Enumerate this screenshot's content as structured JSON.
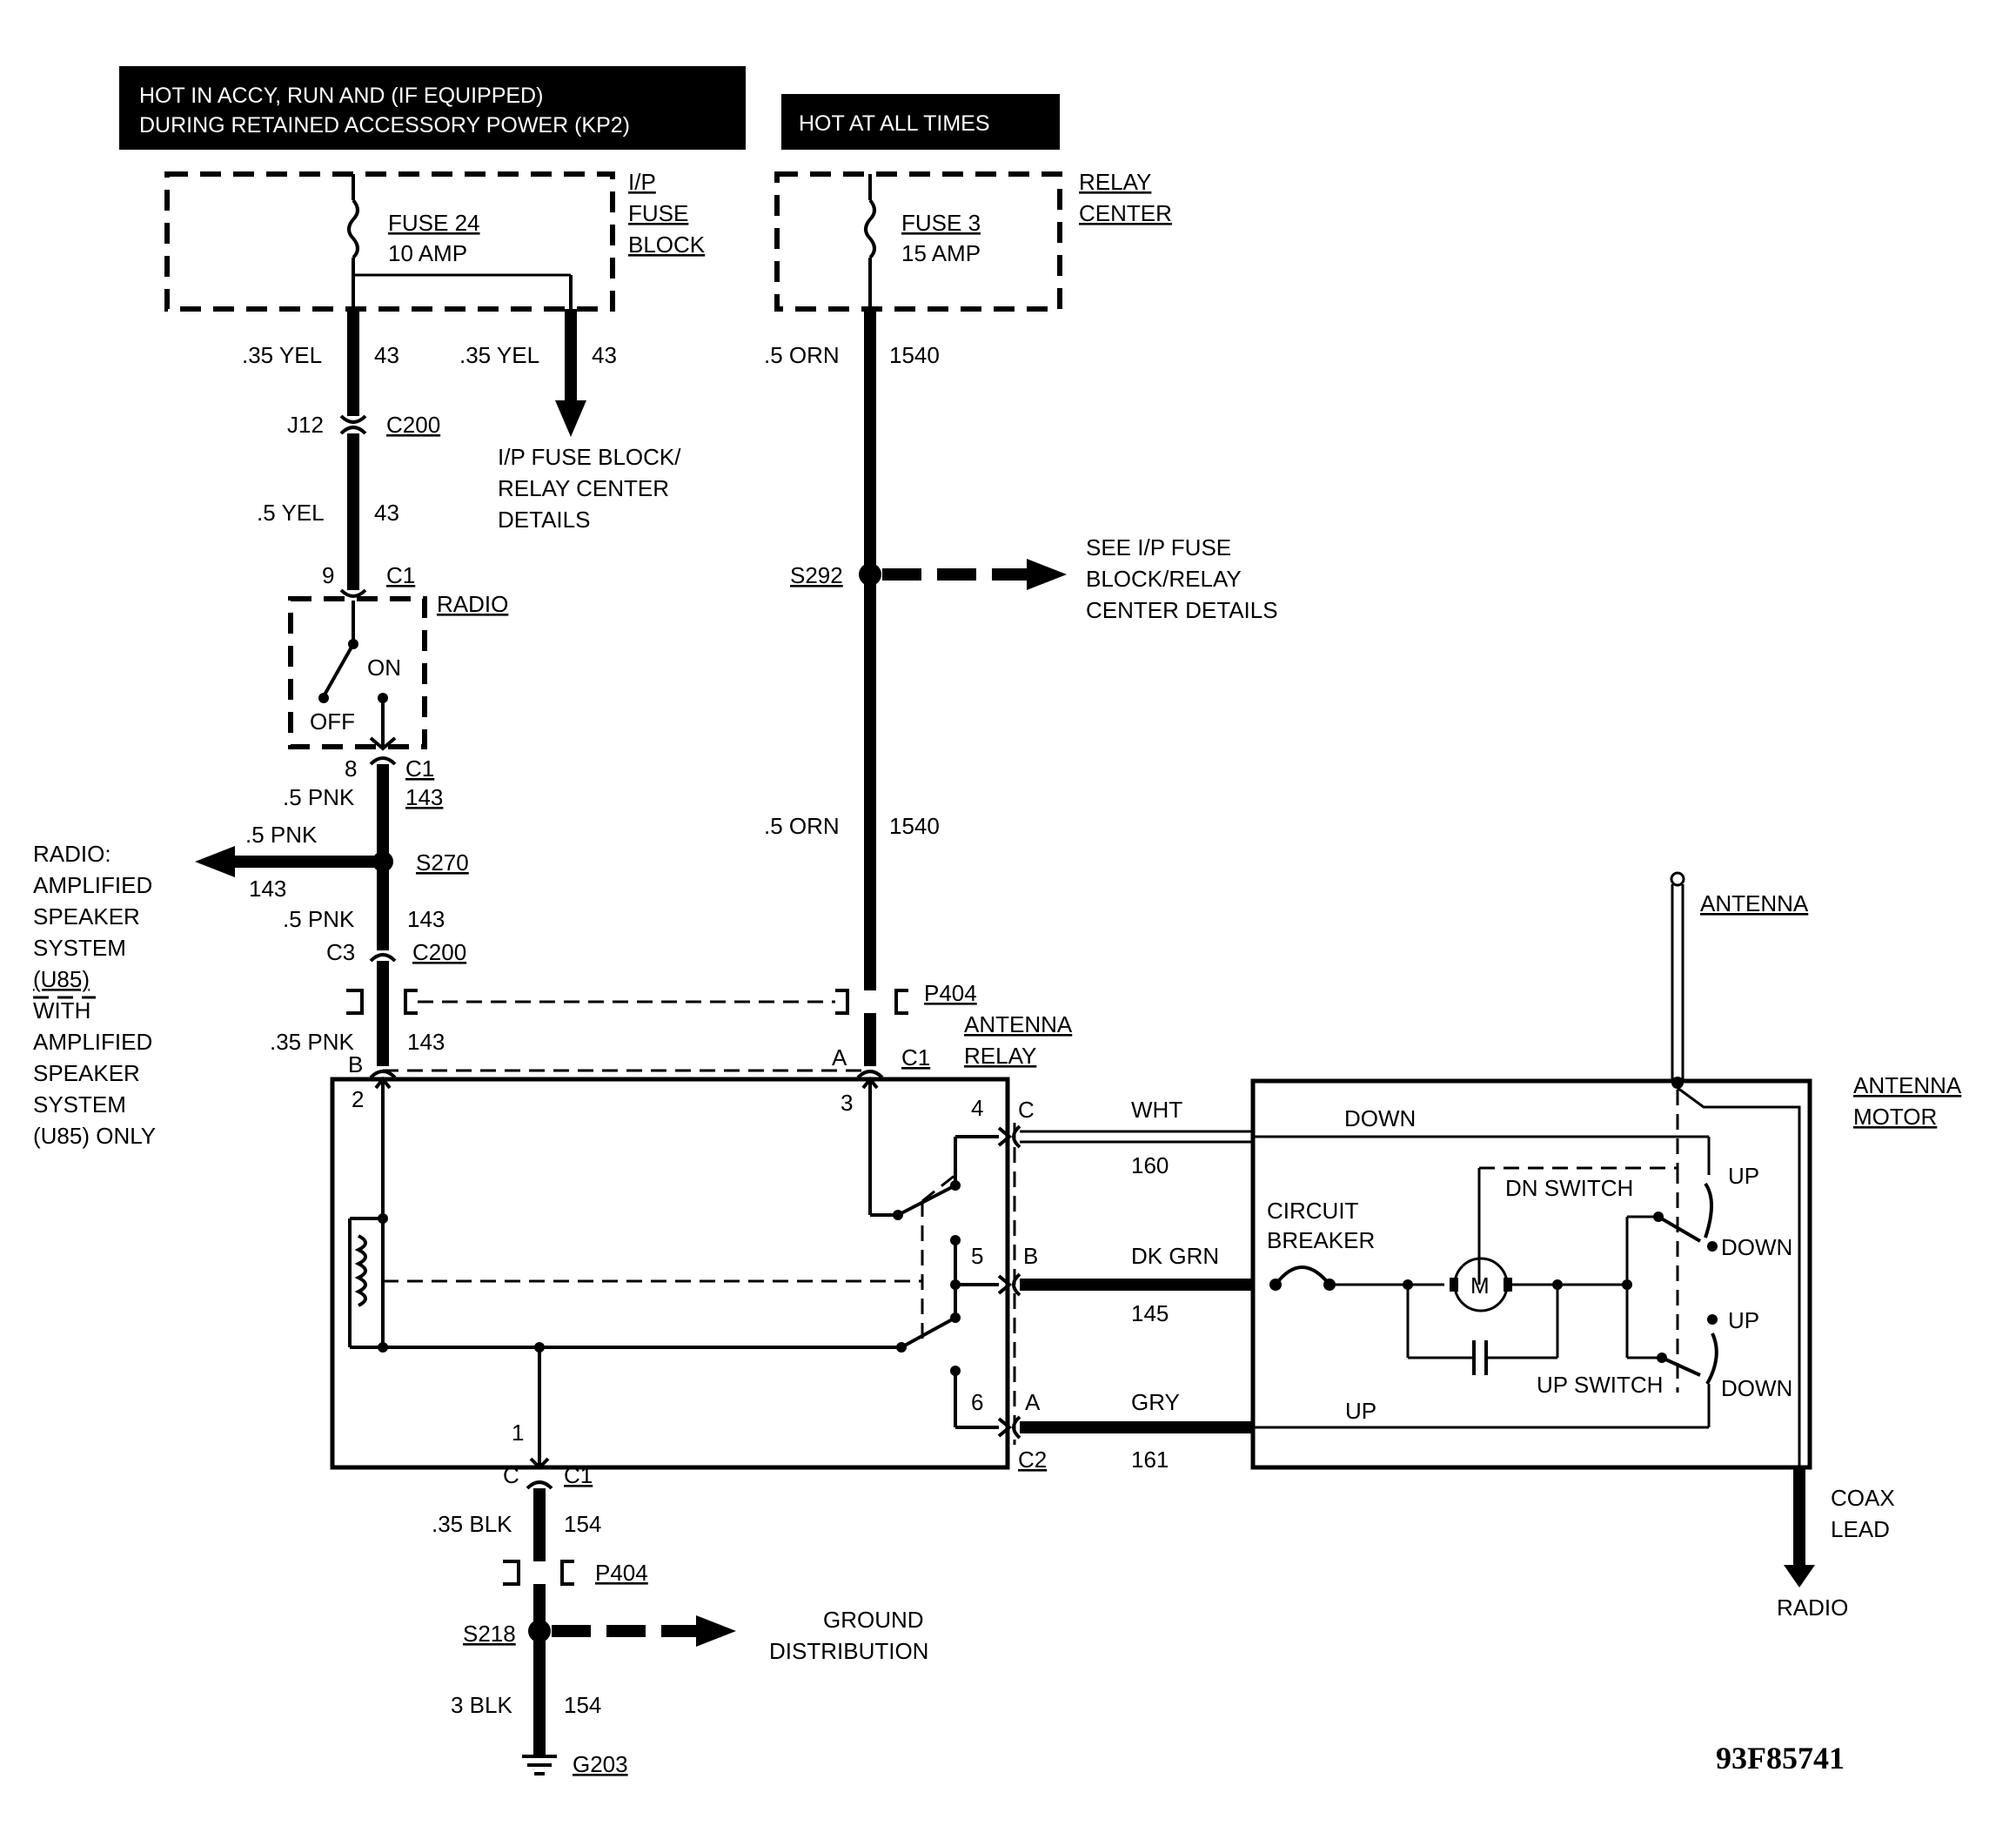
{
  "headers": {
    "accessory_power": [
      "HOT IN ACCY, RUN AND (IF EQUIPPED)",
      "DURING RETAINED ACCESSORY POWER (KP2)"
    ],
    "hot_at_all_times": "HOT AT ALL TIMES"
  },
  "fuse_block": {
    "name": [
      "I/P",
      "FUSE",
      "BLOCK"
    ],
    "fuse": "FUSE 24",
    "rating": "10 AMP"
  },
  "relay_center": {
    "name": [
      "RELAY",
      "CENTER"
    ],
    "fuse": "FUSE 3",
    "rating": "15 AMP"
  },
  "wires": {
    "yel_left": ".35 YEL",
    "yel_left_circuit": "43",
    "yel_right": ".35 YEL",
    "yel_right_circuit": "43",
    "yel_5": ".5 YEL",
    "yel_5_circuit": "43",
    "orn_top": ".5 ORN",
    "orn_top_circuit": "1540",
    "orn_mid": ".5 ORN",
    "orn_mid_circuit": "1540",
    "pnk_1": ".5 PNK",
    "pnk_1_circuit": "143",
    "pnk_branch": ".5 PNK",
    "pnk_branch_circuit": "143",
    "pnk_2": ".5 PNK",
    "pnk_2_circuit": "143",
    "pnk_35": ".35 PNK",
    "pnk_35_circuit": "143",
    "blk_35": ".35 BLK",
    "blk_35_circuit": "154",
    "blk_3": "3 BLK",
    "blk_3_circuit": "154",
    "wht": "WHT",
    "wht_circuit": "160",
    "dkgrn": "DK GRN",
    "dkgrn_circuit": "145",
    "gry": "GRY",
    "gry_circuit": "161"
  },
  "connectors": {
    "j12": "J12",
    "c200_top": "C200",
    "pin9": "9",
    "c1_radio_top": "C1",
    "pin8": "8",
    "c1_radio_bottom": "C1",
    "c3": "C3",
    "c200_bottom": "C200",
    "p404_top": "P404",
    "pin_b": "B",
    "pin_a": "A",
    "c1_relay": "C1",
    "pin2": "2",
    "pin3": "3",
    "pin4": "4",
    "pin5": "5",
    "pin6": "6",
    "pin1": "1",
    "c_letter": "C",
    "b_letter": "B",
    "a_letter": "A",
    "c2": "C2",
    "pin_c_bottom": "C",
    "c1_bottom": "C1",
    "p404_bottom": "P404"
  },
  "splices": {
    "s292": "S292",
    "s270": "S270",
    "s218": "S218",
    "g203": "G203"
  },
  "notes": {
    "fuse_details": [
      "I/P FUSE BLOCK/",
      "RELAY CENTER",
      "DETAILS"
    ],
    "see_details": [
      "SEE I/P FUSE",
      "BLOCK/RELAY",
      "CENTER DETAILS"
    ],
    "amplified": [
      "RADIO:",
      "AMPLIFIED",
      "SPEAKER",
      "SYSTEM",
      "(U85)",
      "WITH",
      "AMPLIFIED",
      "SPEAKER",
      "SYSTEM",
      "(U85)  ONLY"
    ],
    "ground": [
      "GROUND",
      "DISTRIBUTION"
    ]
  },
  "components": {
    "radio": "RADIO",
    "on": "ON",
    "off": "OFF",
    "antenna": "ANTENNA",
    "antenna_relay": [
      "ANTENNA",
      "RELAY"
    ],
    "antenna_motor": [
      "ANTENNA",
      "MOTOR"
    ],
    "down": "DOWN",
    "up": "UP",
    "dn_switch": "DN SWITCH",
    "up_switch": "UP SWITCH",
    "circuit_breaker": [
      "CIRCUIT",
      "BREAKER"
    ],
    "motor": "M",
    "up_top": "UP",
    "down_top": "DOWN",
    "up_bottom": "UP",
    "down_bottom": "DOWN",
    "coax": [
      "COAX",
      "LEAD"
    ],
    "coax_radio": "RADIO"
  },
  "figure_id": "93F85741"
}
